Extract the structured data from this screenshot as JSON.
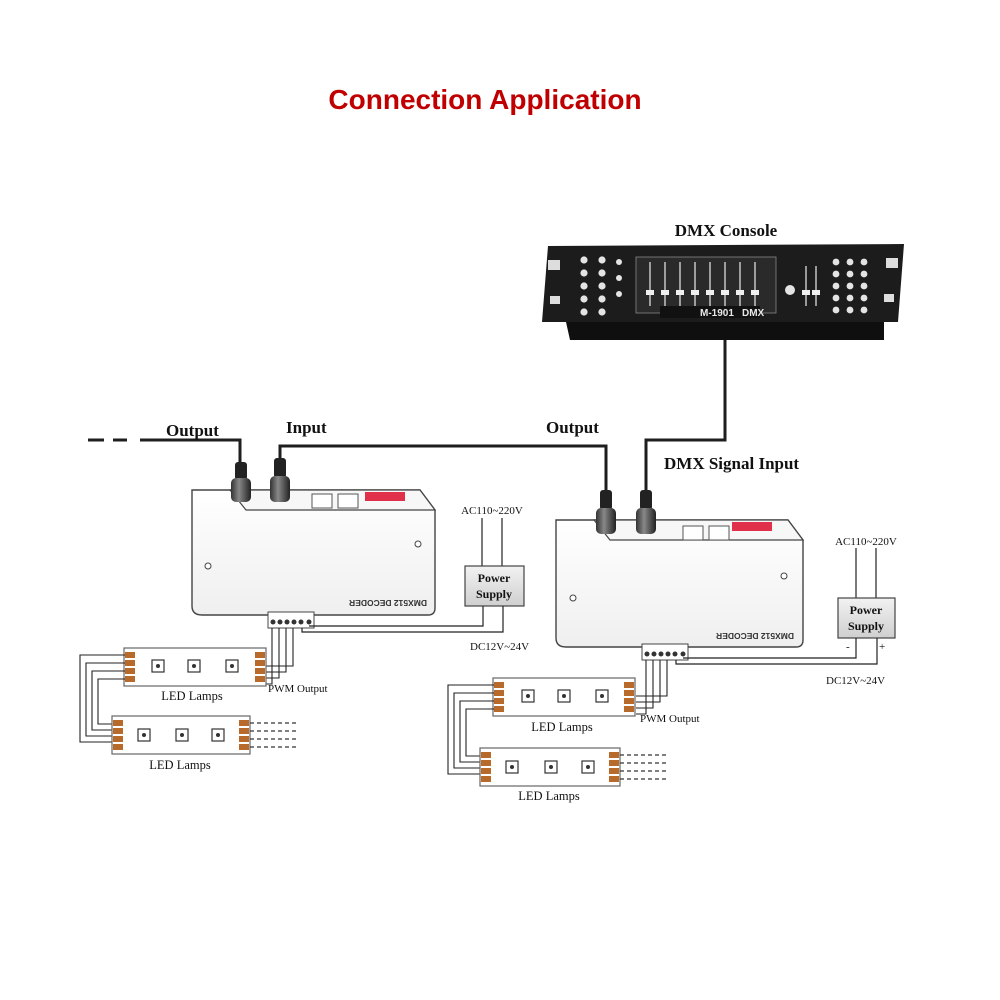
{
  "title": "Connection Application",
  "console": {
    "label": "DMX Console",
    "brand": "M-1901",
    "tag": "DMX"
  },
  "signal": {
    "output_left": "Output",
    "input": "Input",
    "output_right": "Output",
    "dmx_input": "DMX Signal Input"
  },
  "decoders": [
    {
      "label": "DMX512 DECODER",
      "ac": "AC110~220V",
      "power_line1": "Power",
      "power_line2": "Supply",
      "dc": "DC12V~24V",
      "pwm": "PWM Output",
      "lamps": [
        "LED Lamps",
        "LED Lamps"
      ]
    },
    {
      "label": "DMX512 DECODER",
      "ac": "AC110~220V",
      "power_line1": "Power",
      "power_line2": "Supply",
      "dc": "DC12V~24V",
      "pwm": "PWM Output",
      "minus": "-",
      "plus": "+",
      "lamps": [
        "LED Lamps",
        "LED Lamps"
      ]
    }
  ],
  "colors": {
    "title": "#c00000",
    "console_body": "#1a1a1a",
    "wire": "#222222",
    "lamp_pad": "#b86a2a",
    "decoder_dip": "#e0304a"
  }
}
